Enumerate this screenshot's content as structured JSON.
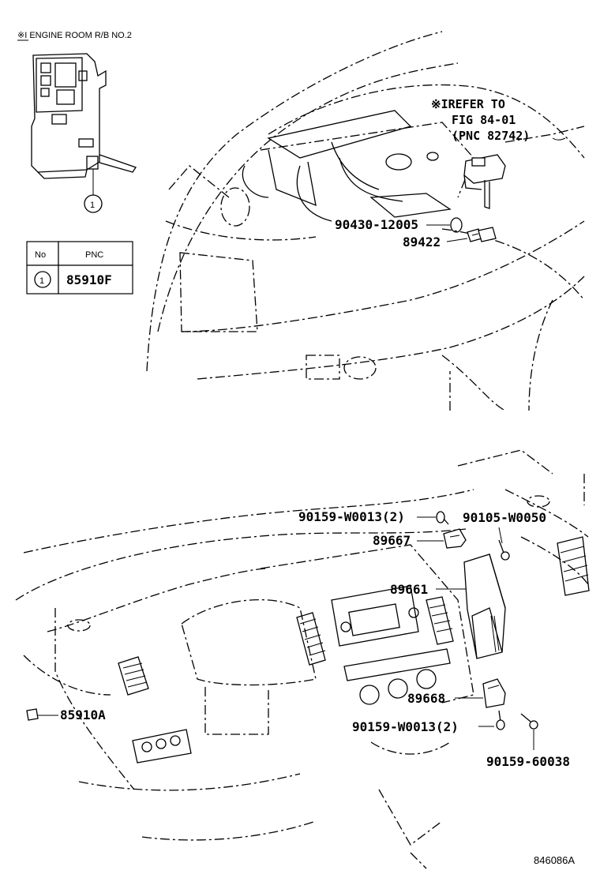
{
  "engine_room_label": "※I ENGINE ROOM R/B NO.2",
  "callout_1": "1",
  "refer": {
    "line1": "※IREFER TO",
    "line2": "FIG 84-01",
    "line3": "(PNC 82742)"
  },
  "table": {
    "header_no": "No",
    "header_pnc": "PNC",
    "row_no": "1",
    "row_pnc": "85910F"
  },
  "parts": {
    "p90430": "90430-12005",
    "p89422": "89422",
    "p90159_top": "90159-W0013(2)",
    "p90105": "90105-W0050",
    "p89667": "89667",
    "p89661": "89661",
    "p89668": "89668",
    "p85910a": "85910A",
    "p90159_bottom": "90159-W0013(2)",
    "p90159_60038": "90159-60038"
  },
  "figure_id": "846086A",
  "icons": [
    "fuse-box-icon",
    "vehicle-front-icon",
    "dashboard-icon",
    "ecu-module-icon",
    "bracket-icon",
    "bolt-icon",
    "sensor-icon"
  ]
}
